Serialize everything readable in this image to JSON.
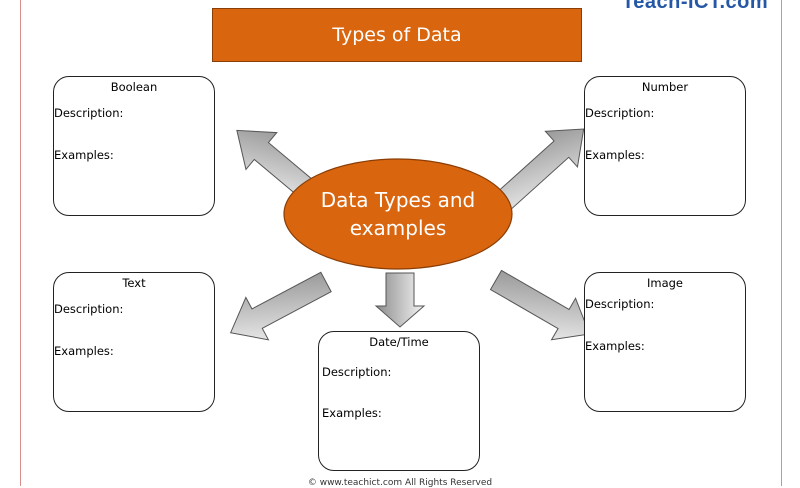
{
  "brand": {
    "text": "Teach-ICT.com"
  },
  "title": "Types of Data",
  "center": {
    "line1": "Data Types and",
    "line2": "examples",
    "color": "#d9650f"
  },
  "boxes": {
    "boolean": {
      "title": "Boolean",
      "description": "Description:",
      "examples": "Examples:"
    },
    "number": {
      "title": "Number",
      "description": "Description:",
      "examples": "Examples:"
    },
    "text": {
      "title": "Text",
      "description": "Description:",
      "examples": "Examples:"
    },
    "datetime": {
      "title": "Date/Time",
      "description": "Description:",
      "examples": "Examples:"
    },
    "image": {
      "title": "Image",
      "description": "Description:",
      "examples": "Examples:"
    }
  },
  "footer": "© www.teachict.com     All Rights Reserved",
  "colors": {
    "banner": "#d9650f",
    "arrow_light": "#f2f2f2",
    "arrow_dark": "#8c8c8c"
  }
}
